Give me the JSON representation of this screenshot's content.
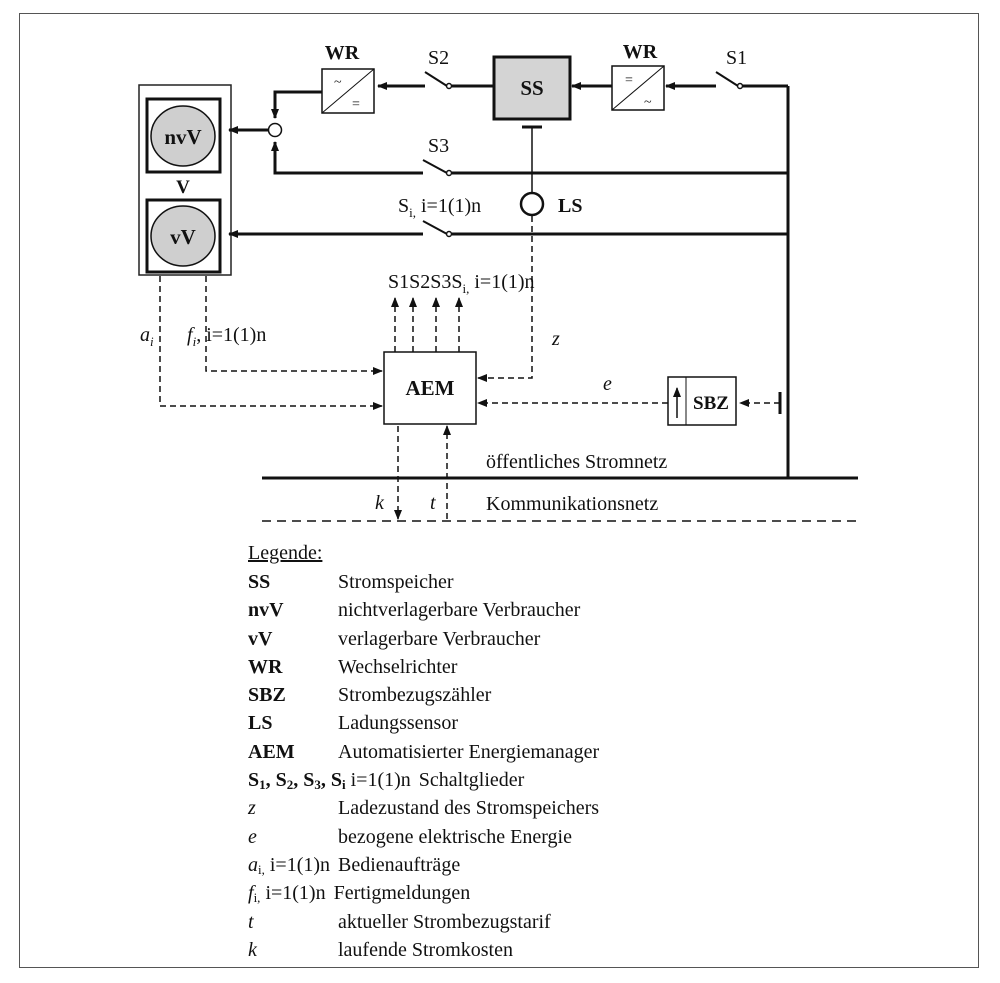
{
  "labels": {
    "wr_left": "WR",
    "wr_right": "WR",
    "s1": "S1",
    "s2": "S2",
    "s3": "S3",
    "ss": "SS",
    "nvv": "nvV",
    "vv": "vV",
    "v": "V",
    "si_main": "S",
    "si_sub": "i,",
    "si_range": " i=1(1)n",
    "ls": "LS",
    "switch_list_main": "S1S2S3S",
    "switch_list_sub": "i,",
    "switch_list_range": " i=1(1)n",
    "a_i": "a",
    "a_i_sub": "i",
    "f_i": "f",
    "f_i_sub": "i",
    "f_range": ", i=1(1)n",
    "z": "z",
    "e": "e",
    "aem": "AEM",
    "sbz": "SBZ",
    "k": "k",
    "t": "t",
    "stromnetz": "öffentliches Stromnetz",
    "kommnetz": "Kommunikationsnetz",
    "ac_symbol": "~",
    "dc_symbol": "="
  },
  "legend": {
    "title": "Legende:",
    "items": [
      {
        "abbr": "SS",
        "desc": "Stromspeicher"
      },
      {
        "abbr": "nvV",
        "desc": "nichtverlagerbare Verbraucher"
      },
      {
        "abbr": "vV",
        "desc": "verlagerbare Verbraucher"
      },
      {
        "abbr": "WR",
        "desc": "Wechselrichter"
      },
      {
        "abbr": "SBZ",
        "desc": "Strombezugszähler"
      },
      {
        "abbr": "LS",
        "desc": "Ladungssensor"
      },
      {
        "abbr": "AEM",
        "desc": "Automatisierter Energiemanager"
      }
    ],
    "switch_row": {
      "s": "S",
      "sub1": "1",
      "sep1": ", S",
      "sub2": "2",
      "sep2": ", S",
      "sub3": "3",
      "sep3": ", S",
      "subi": "i",
      "range": " i=1(1)n",
      "desc": "Schaltglieder"
    },
    "z": {
      "abbr": "z",
      "desc": "Ladezustand des Stromspeichers"
    },
    "e": {
      "abbr": "e",
      "desc": "bezogene elektrische Energie"
    },
    "a": {
      "abbr": "a",
      "sub": "i,",
      "range": " i=1(1)n",
      "desc": "Bedienaufträge"
    },
    "f": {
      "abbr": "f",
      "sub": "i,",
      "range": " i=1(1)n",
      "desc": "Fertigmeldungen"
    },
    "t": {
      "abbr": "t",
      "desc": "aktueller Strombezugstarif"
    },
    "k": {
      "abbr": "k",
      "desc": "laufende Stromkosten"
    }
  }
}
